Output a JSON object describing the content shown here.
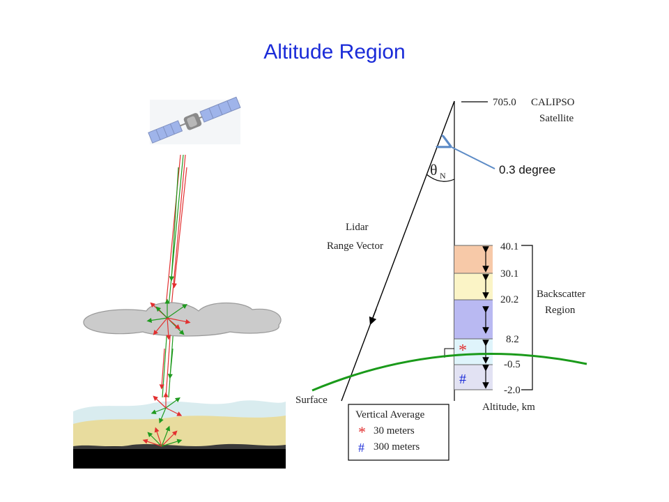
{
  "slide": {
    "title": "Altitude  Region"
  },
  "colors": {
    "title": "#1a2bd8",
    "band_orange": "#f7c9a8",
    "band_yellow": "#fbf4c6",
    "band_blue": "#b9b9f2",
    "band_cyan": "#dff4fb",
    "band_lavender": "#e2e2f3",
    "earth_curve": "#1a9a1a",
    "callout_arrow": "#5b8ac6",
    "ground": "#e6d79a",
    "cloud": "#c9c9c9"
  },
  "diagram": {
    "satellite_altitude": "705.0",
    "satellite_name": "CALIPSO",
    "satellite_word": "Satellite",
    "angle_label": "θ",
    "angle_subscript": "N",
    "angle_callout": "0.3 degree",
    "lidar_label_1": "Lidar",
    "lidar_label_2": "Range Vector",
    "surface_label": "Surface",
    "altitudes": [
      "40.1",
      "30.1",
      "20.2",
      "8.2",
      "-0.5",
      "-2.0"
    ],
    "region_label_1": "Backscatter",
    "region_label_2": "Region",
    "axis_label": "Altitude, km",
    "marker_star": "*",
    "marker_hash": "#",
    "legend": {
      "title": "Vertical Average",
      "items": [
        {
          "symbol": "*",
          "label": "30 meters"
        },
        {
          "symbol": "#",
          "label": "300 meters"
        }
      ]
    }
  }
}
